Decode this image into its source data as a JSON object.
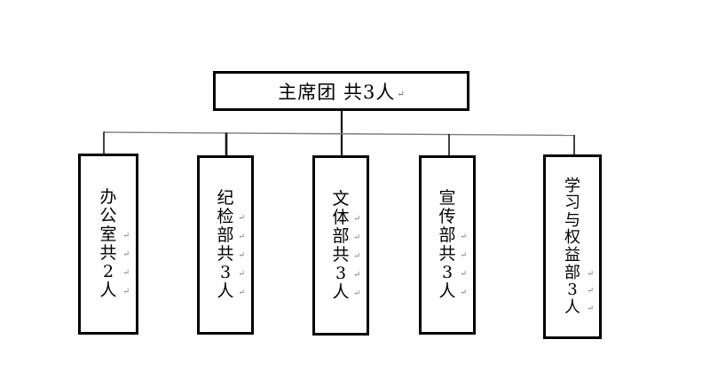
{
  "page": {
    "background_color": "#ffffff",
    "box_border_color": "#000000",
    "connector_color": "#141414",
    "rail_color": "#7d7d7d",
    "return_mark_color": "#6b6b6b"
  },
  "org_chart": {
    "root": {
      "label": "主席团 共3人",
      "return_mark": "↵"
    },
    "departments": [
      {
        "title": "办公室",
        "count_label": "共2人",
        "lines": [
          {
            "char": "办",
            "return_mark": false
          },
          {
            "char": "公",
            "return_mark": false
          },
          {
            "char": "室",
            "return_mark": true
          },
          {
            "char": "共",
            "return_mark": true
          },
          {
            "char": "2",
            "return_mark": true
          },
          {
            "char": "人",
            "return_mark": true
          }
        ]
      },
      {
        "title": "纪检部",
        "count_label": "共3人",
        "lines": [
          {
            "char": "纪",
            "return_mark": false
          },
          {
            "char": "检",
            "return_mark": true
          },
          {
            "char": "部",
            "return_mark": true
          },
          {
            "char": "共",
            "return_mark": true
          },
          {
            "char": "3",
            "return_mark": true
          },
          {
            "char": "人",
            "return_mark": true
          }
        ]
      },
      {
        "title": "文体部",
        "count_label": "共3人",
        "lines": [
          {
            "char": "文",
            "return_mark": false
          },
          {
            "char": "体",
            "return_mark": true
          },
          {
            "char": "部",
            "return_mark": true
          },
          {
            "char": "共",
            "return_mark": true
          },
          {
            "char": "3",
            "return_mark": true
          },
          {
            "char": "人",
            "return_mark": true
          }
        ]
      },
      {
        "title": "宣传部",
        "count_label": "共3人",
        "lines": [
          {
            "char": "宣",
            "return_mark": false
          },
          {
            "char": "传",
            "return_mark": false
          },
          {
            "char": "部",
            "return_mark": true
          },
          {
            "char": "共",
            "return_mark": true
          },
          {
            "char": "3",
            "return_mark": true
          },
          {
            "char": "人",
            "return_mark": true
          }
        ]
      },
      {
        "title": "学习与权益部",
        "count_label": "3人",
        "lines": [
          {
            "char": "学",
            "return_mark": false
          },
          {
            "char": "习",
            "return_mark": false
          },
          {
            "char": "与",
            "return_mark": false
          },
          {
            "char": "权",
            "return_mark": false
          },
          {
            "char": "益",
            "return_mark": false
          },
          {
            "char": "部",
            "return_mark": true
          },
          {
            "char": "3",
            "return_mark": true
          },
          {
            "char": "人",
            "return_mark": true
          }
        ]
      }
    ]
  }
}
